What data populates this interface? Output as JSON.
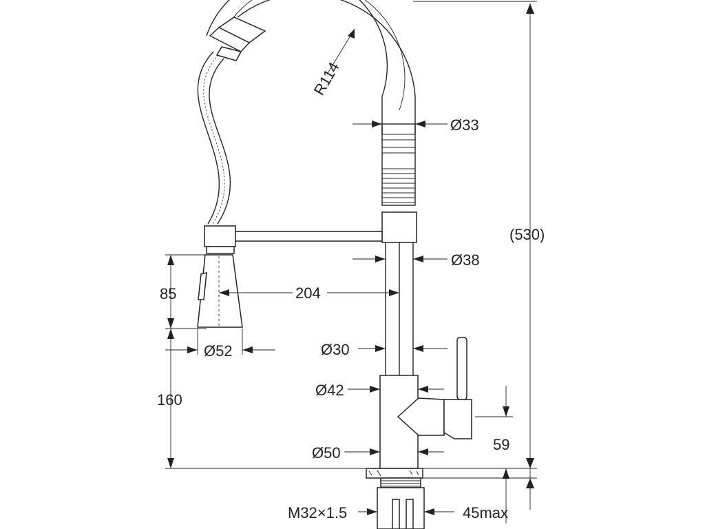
{
  "dimensions": {
    "radius": "R114",
    "dia_top_tube": "Ø33",
    "dia_body": "Ø38",
    "total_height": "(530)",
    "spray_height": "85",
    "reach": "204",
    "spray_dia": "Ø52",
    "dia_lower": "Ø30",
    "spout_height": "160",
    "dia_handle_body": "Ø42",
    "handle_height": "59",
    "dia_base": "Ø50",
    "thread": "M32×1.5",
    "thickness": "45max"
  }
}
